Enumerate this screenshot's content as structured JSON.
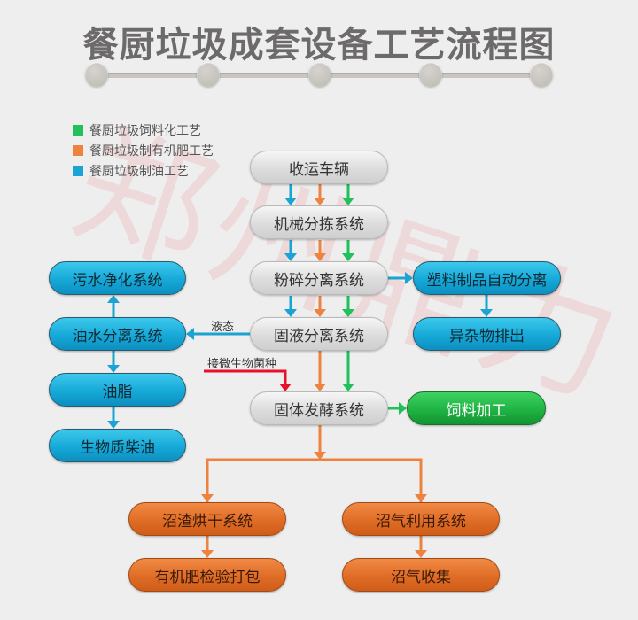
{
  "title": "餐厨垃圾成套设备工艺流程图",
  "watermark": "郑州鼎力",
  "colors": {
    "blue": "#1aa3d3",
    "orange": "#ee8340",
    "green": "#20c05a",
    "red": "#e8102a",
    "gray": "#d8d8d8"
  },
  "legend": [
    {
      "label": "餐厨垃圾饲料化工艺",
      "color": "#20c05a"
    },
    {
      "label": "餐厨垃圾制有机肥工艺",
      "color": "#ee8340"
    },
    {
      "label": "餐厨垃圾制油工艺",
      "color": "#1aa3d3"
    }
  ],
  "nodes": {
    "collection_vehicle": "收运车辆",
    "mechanical_sorting": "机械分拣系统",
    "crushing_separation": "粉碎分离系统",
    "solid_liquid_separation": "固液分离系统",
    "solid_fermentation": "固体发酵系统",
    "plastic_separation": "塑料制品自动分离",
    "impurity_discharge": "异杂物排出",
    "sewage_purification": "污水净化系统",
    "oil_water_separation": "油水分离系统",
    "grease": "油脂",
    "biodiesel": "生物质柴油",
    "feed_processing": "饲料加工",
    "residue_drying": "沼渣烘干系统",
    "fertilizer_packing": "有机肥检验打包",
    "biogas_utilization": "沼气利用系统",
    "biogas_collection": "沼气收集"
  },
  "edge_labels": {
    "liquid": "液态",
    "inoculate": "接微生物菌种"
  }
}
